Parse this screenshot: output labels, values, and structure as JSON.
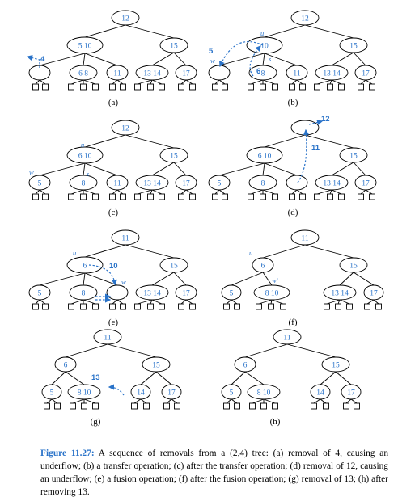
{
  "panels": [
    {
      "id": "a",
      "sublabel": "(a)",
      "notes": [
        {
          "text": "4"
        }
      ],
      "nodes": [
        {
          "keys": [
            "12"
          ]
        },
        {
          "keys": [
            "5",
            "10"
          ]
        },
        {
          "keys": [
            "15"
          ]
        },
        {
          "keys": []
        },
        {
          "keys": [
            "6",
            "8"
          ]
        },
        {
          "keys": [
            "11"
          ]
        },
        {
          "keys": [
            "13",
            "14"
          ]
        },
        {
          "keys": [
            "17"
          ]
        }
      ],
      "labels": []
    },
    {
      "id": "b",
      "sublabel": "(b)",
      "notes": [
        {
          "text": "5"
        },
        {
          "text": "6"
        }
      ],
      "nodes": [
        {
          "keys": [
            "12"
          ]
        },
        {
          "keys": [
            "10"
          ]
        },
        {
          "keys": [
            "15"
          ]
        },
        {
          "keys": []
        },
        {
          "keys": [
            "8"
          ]
        },
        {
          "keys": [
            "11"
          ]
        },
        {
          "keys": [
            "13",
            "14"
          ]
        },
        {
          "keys": [
            "17"
          ]
        }
      ],
      "labels": [
        {
          "text": "u"
        },
        {
          "text": "w"
        },
        {
          "text": "s"
        }
      ]
    },
    {
      "id": "c",
      "sublabel": "(c)",
      "notes": [],
      "nodes": [
        {
          "keys": [
            "12"
          ]
        },
        {
          "keys": [
            "6",
            "10"
          ]
        },
        {
          "keys": [
            "15"
          ]
        },
        {
          "keys": [
            "5"
          ]
        },
        {
          "keys": [
            "8"
          ]
        },
        {
          "keys": [
            "11"
          ]
        },
        {
          "keys": [
            "13",
            "14"
          ]
        },
        {
          "keys": [
            "17"
          ]
        }
      ],
      "labels": [
        {
          "text": "u"
        },
        {
          "text": "w"
        },
        {
          "text": "s"
        }
      ]
    },
    {
      "id": "d",
      "sublabel": "(d)",
      "notes": [
        {
          "text": "12"
        },
        {
          "text": "11"
        }
      ],
      "nodes": [
        {
          "keys": []
        },
        {
          "keys": [
            "6",
            "10"
          ]
        },
        {
          "keys": [
            "15"
          ]
        },
        {
          "keys": [
            "5"
          ]
        },
        {
          "keys": [
            "8"
          ]
        },
        {
          "keys": []
        },
        {
          "keys": [
            "13",
            "14"
          ]
        },
        {
          "keys": [
            "17"
          ]
        }
      ],
      "labels": []
    },
    {
      "id": "e",
      "sublabel": "(e)",
      "notes": [
        {
          "text": "10"
        }
      ],
      "nodes": [
        {
          "keys": [
            "11"
          ]
        },
        {
          "keys": [
            "6"
          ]
        },
        {
          "keys": [
            "15"
          ]
        },
        {
          "keys": [
            "5"
          ]
        },
        {
          "keys": [
            "8"
          ]
        },
        {
          "keys": []
        },
        {
          "keys": [
            "13",
            "14"
          ]
        },
        {
          "keys": [
            "17"
          ]
        }
      ],
      "labels": [
        {
          "text": "u"
        },
        {
          "text": "w"
        }
      ]
    },
    {
      "id": "f",
      "sublabel": "(f)",
      "notes": [],
      "nodes": [
        {
          "keys": [
            "11"
          ]
        },
        {
          "keys": [
            "6"
          ]
        },
        {
          "keys": [
            "15"
          ]
        },
        {
          "keys": [
            "5"
          ]
        },
        {
          "keys": [
            "8",
            "10"
          ]
        },
        {
          "keys": [
            "13",
            "14"
          ]
        },
        {
          "keys": [
            "17"
          ]
        }
      ],
      "labels": [
        {
          "text": "u"
        },
        {
          "text": "w'"
        }
      ]
    },
    {
      "id": "g",
      "sublabel": "(g)",
      "notes": [
        {
          "text": "13"
        }
      ],
      "nodes": [
        {
          "keys": [
            "11"
          ]
        },
        {
          "keys": [
            "6"
          ]
        },
        {
          "keys": [
            "15"
          ]
        },
        {
          "keys": [
            "5"
          ]
        },
        {
          "keys": [
            "8",
            "10"
          ]
        },
        {
          "keys": [
            "14"
          ]
        },
        {
          "keys": [
            "17"
          ]
        }
      ],
      "labels": []
    },
    {
      "id": "h",
      "sublabel": "(h)",
      "notes": [],
      "nodes": [
        {
          "keys": [
            "11"
          ]
        },
        {
          "keys": [
            "6"
          ]
        },
        {
          "keys": [
            "15"
          ]
        },
        {
          "keys": [
            "5"
          ]
        },
        {
          "keys": [
            "8",
            "10"
          ]
        },
        {
          "keys": [
            "14"
          ]
        },
        {
          "keys": [
            "17"
          ]
        }
      ],
      "labels": []
    }
  ],
  "caption": {
    "lead": "Figure 11.27:",
    "text": "A sequence of removals from a (2,4) tree: (a) removal of 4, causing an underflow; (b) a transfer operation; (c) after the transfer operation; (d) removal of 12, causing an underflow; (e) a fusion operation; (f) after the fusion operation; (g) removal of 13; (h) after removing 13."
  }
}
